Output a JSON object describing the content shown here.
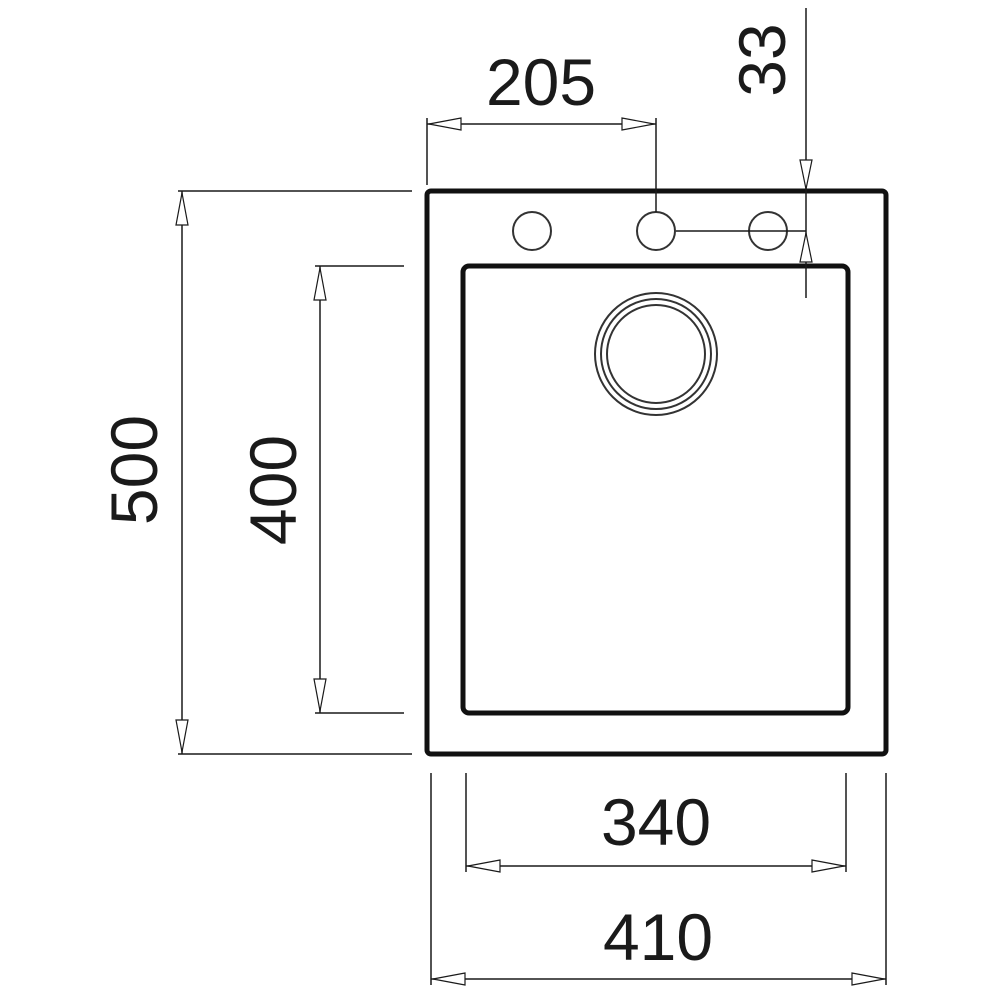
{
  "dimensions": {
    "tap_offset": "205",
    "edge_offset": "33",
    "outer_height": "500",
    "bowl_height": "400",
    "bowl_width": "340",
    "outer_width": "410"
  }
}
